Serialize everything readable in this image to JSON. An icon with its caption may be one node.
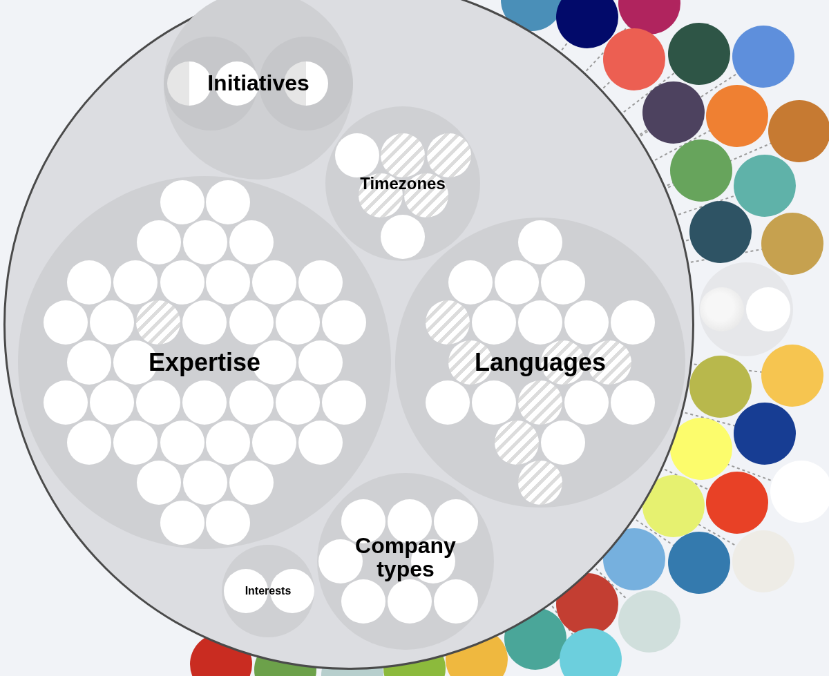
{
  "diagram": {
    "nodes": [
      {
        "text": [],
        "shape": "circle"
      },
      {
        "text": [
          "Initiatives"
        ],
        "in": 0
      },
      {
        "text": [
          "Timezones"
        ],
        "in": 0
      },
      {
        "text": [
          "Expertise"
        ],
        "in": 0
      },
      {
        "text": [
          "Languages"
        ],
        "in": 0
      },
      {
        "text": [
          "Company types"
        ],
        "in": 0
      },
      {
        "text": [
          "Interests"
        ],
        "in": 0
      },
      {
        "text": [],
        "shape": "circle"
      }
    ]
  }
}
